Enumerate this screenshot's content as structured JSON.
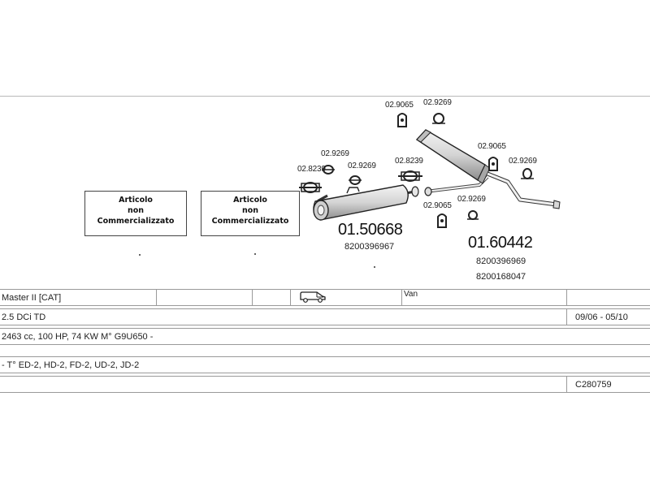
{
  "notices": [
    {
      "line1": "Articolo",
      "line2": "non",
      "line3": "Commercializzato"
    },
    {
      "line1": "Articolo",
      "line2": "non",
      "line3": "Commercializzato"
    }
  ],
  "part_codes": {
    "front_bracket": "02.8239",
    "front_clamp": "02.9269",
    "front_hanger": "02.9269",
    "mid_bracket": "02.8239",
    "top_hanger": "02.9065",
    "top_clamp": "02.9269",
    "mid_hanger": "02.9065",
    "mid_clamp": "02.9269",
    "rear_hanger": "02.9065",
    "rear_clamp": "02.9269"
  },
  "silencers": [
    {
      "code": "01.50668",
      "oem": [
        "8200396967"
      ]
    },
    {
      "code": "01.60442",
      "oem": [
        "8200396969",
        "8200168047"
      ]
    }
  ],
  "vehicle": {
    "model": "Master II [CAT]",
    "body_icon": "van-icon",
    "body_type": "Van",
    "engine": "2.5 DCi TD",
    "years": "09/06 - 05/10",
    "specs": "2463 cc, 100 HP, 74 KW M° G9U650 -",
    "types": "- T° ED-2, HD-2,  FD-2, UD-2, JD-2",
    "ref": "C280759"
  }
}
